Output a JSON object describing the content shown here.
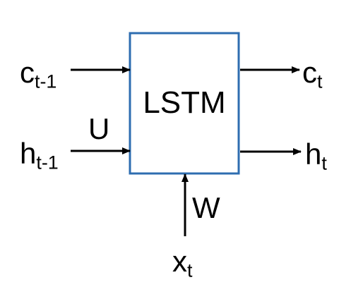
{
  "diagram": {
    "box_label": "LSTM",
    "box_color": "#2e6db0",
    "line_color": "#000000",
    "inputs": {
      "c_prev": {
        "base": "c",
        "sub": "t-1"
      },
      "h_prev": {
        "base": "h",
        "sub": "t-1"
      },
      "x": {
        "base": "x",
        "sub": "t"
      }
    },
    "outputs": {
      "c": {
        "base": "c",
        "sub": "t"
      },
      "h": {
        "base": "h",
        "sub": "t"
      }
    },
    "weights": {
      "U": "U",
      "W": "W"
    }
  }
}
